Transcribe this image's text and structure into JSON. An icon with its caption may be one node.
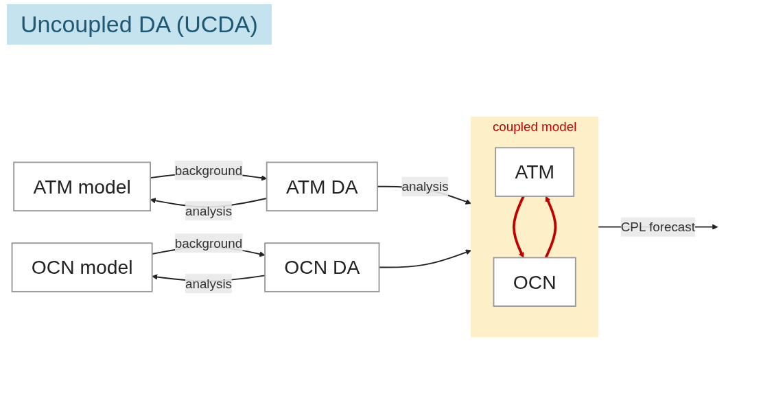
{
  "diagram": {
    "title": "Uncoupled DA (UCDA)",
    "nodes": [
      {
        "text": [
          "ATM model"
        ]
      },
      {
        "text": [
          "ATM DA"
        ]
      },
      {
        "text": [
          "OCN model"
        ]
      },
      {
        "text": [
          "OCN DA"
        ]
      },
      {
        "text": [
          "coupled model"
        ]
      },
      {
        "text": [
          "ATM"
        ],
        "in": 4
      },
      {
        "text": [
          "OCN"
        ],
        "in": 4
      }
    ],
    "edges": [
      {
        "from": 0,
        "to": 1,
        "arrow": "to",
        "label": "background"
      },
      {
        "from": 1,
        "to": 0,
        "arrow": "to",
        "label": "analysis"
      },
      {
        "from": 2,
        "to": 3,
        "arrow": "to",
        "label": "background"
      },
      {
        "from": 3,
        "to": 2,
        "arrow": "to",
        "label": "analysis"
      },
      {
        "from": 1,
        "to": 4,
        "arrow": "to",
        "label": "analysis"
      },
      {
        "from": 3,
        "to": 4,
        "arrow": "to"
      },
      {
        "from": 5,
        "to": 6,
        "arrow": "to",
        "style": "thick",
        "color": "#c00000"
      },
      {
        "from": 6,
        "to": 5,
        "arrow": "to",
        "style": "thick",
        "color": "#c00000"
      },
      {
        "from": 4,
        "to": null,
        "arrow": "to",
        "label": "CPL forecast"
      }
    ]
  }
}
